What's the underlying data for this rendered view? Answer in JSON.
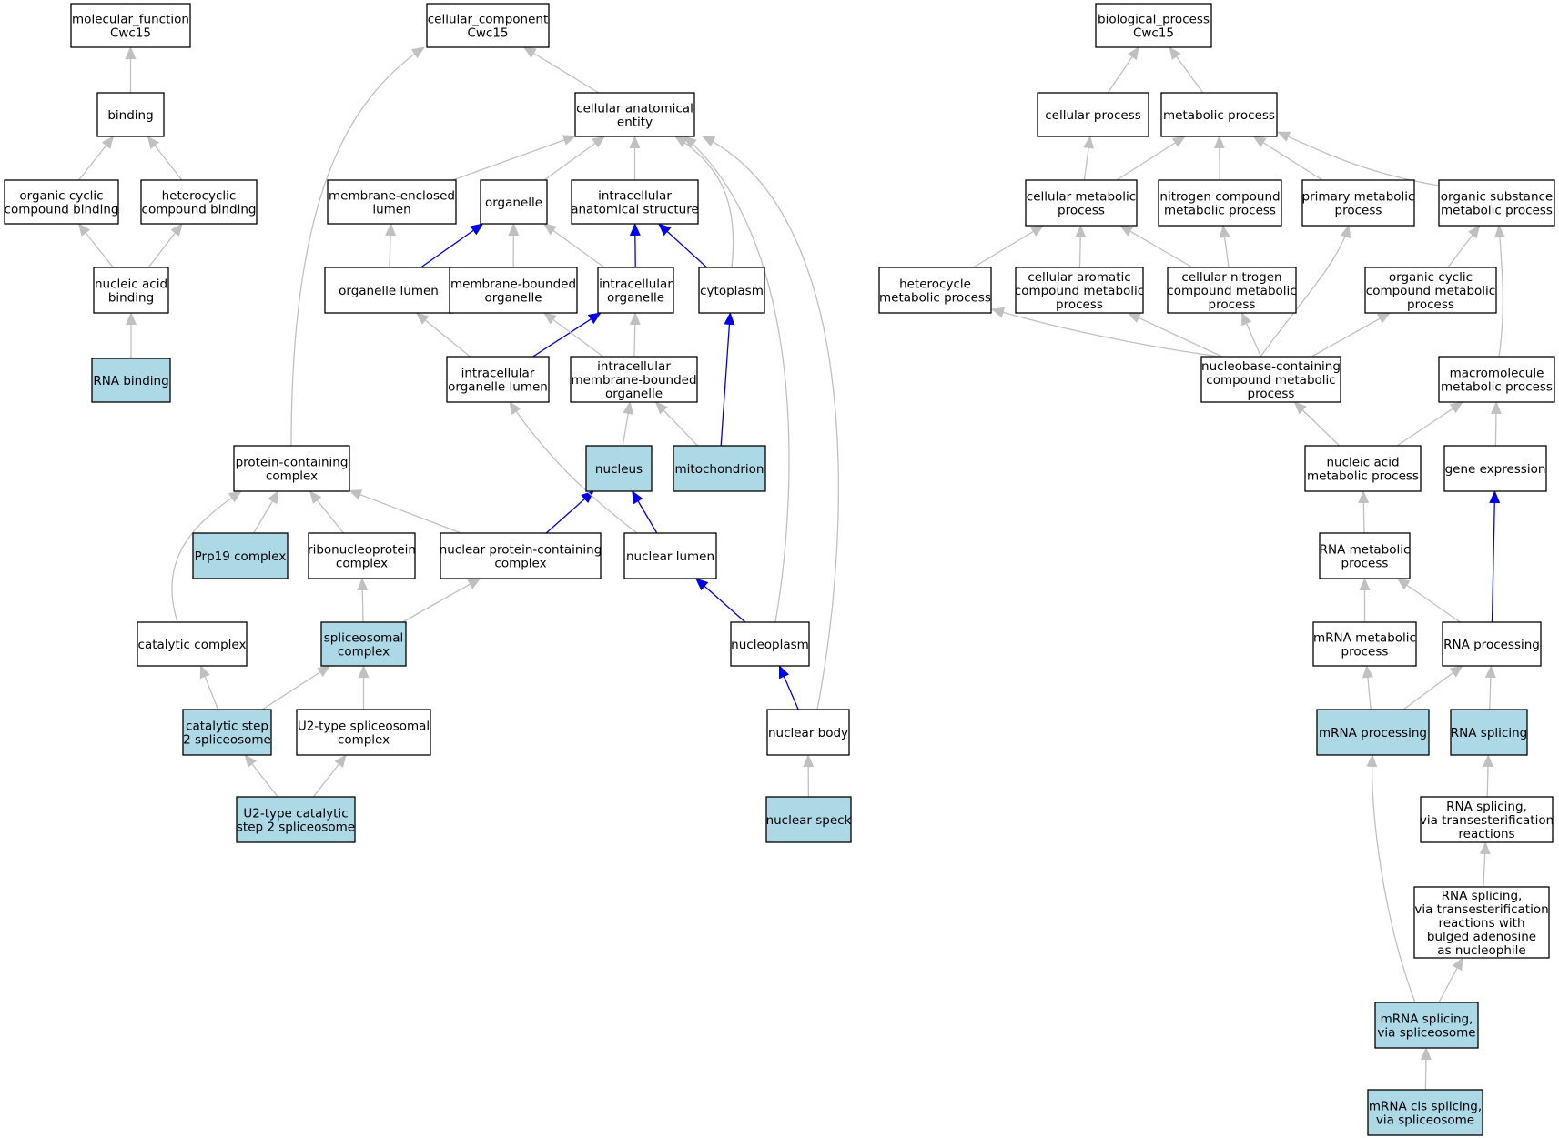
{
  "colors": {
    "highlight_fill": "#add8e6",
    "plain_fill": "#ffffff",
    "edge_gray": "#c0c0c0",
    "edge_blue": "#0000ee"
  },
  "nodes": [
    {
      "id": "mf",
      "lines": [
        "molecular_function",
        "Cwc15"
      ],
      "highlight": false
    },
    {
      "id": "binding",
      "lines": [
        "binding"
      ],
      "highlight": false
    },
    {
      "id": "ocb",
      "lines": [
        "organic cyclic",
        "compound binding"
      ],
      "highlight": false
    },
    {
      "id": "hcb",
      "lines": [
        "heterocyclic",
        "compound binding"
      ],
      "highlight": false
    },
    {
      "id": "nab",
      "lines": [
        "nucleic acid",
        "binding"
      ],
      "highlight": false
    },
    {
      "id": "rnab",
      "lines": [
        "RNA binding"
      ],
      "highlight": true
    },
    {
      "id": "cc",
      "lines": [
        "cellular_component",
        "Cwc15"
      ],
      "highlight": false
    },
    {
      "id": "cae",
      "lines": [
        "cellular anatomical",
        "entity"
      ],
      "highlight": false
    },
    {
      "id": "mel",
      "lines": [
        "membrane-enclosed",
        "lumen"
      ],
      "highlight": false
    },
    {
      "id": "org",
      "lines": [
        "organelle"
      ],
      "highlight": false
    },
    {
      "id": "ias",
      "lines": [
        "intracellular",
        "anatomical structure"
      ],
      "highlight": false
    },
    {
      "id": "orgl",
      "lines": [
        "organelle lumen"
      ],
      "highlight": false
    },
    {
      "id": "mbo",
      "lines": [
        "membrane-bounded",
        "organelle"
      ],
      "highlight": false
    },
    {
      "id": "io",
      "lines": [
        "intracellular",
        "organelle"
      ],
      "highlight": false
    },
    {
      "id": "cyto",
      "lines": [
        "cytoplasm"
      ],
      "highlight": false
    },
    {
      "id": "iol",
      "lines": [
        "intracellular",
        "organelle lumen"
      ],
      "highlight": false
    },
    {
      "id": "imbo",
      "lines": [
        "intracellular",
        "membrane-bounded",
        "organelle"
      ],
      "highlight": false
    },
    {
      "id": "pcc",
      "lines": [
        "protein-containing",
        "complex"
      ],
      "highlight": false
    },
    {
      "id": "nucleus",
      "lines": [
        "nucleus"
      ],
      "highlight": true
    },
    {
      "id": "mito",
      "lines": [
        "mitochondrion"
      ],
      "highlight": true
    },
    {
      "id": "prp19",
      "lines": [
        "Prp19 complex"
      ],
      "highlight": true
    },
    {
      "id": "rnp",
      "lines": [
        "ribonucleoprotein",
        "complex"
      ],
      "highlight": false
    },
    {
      "id": "npcc",
      "lines": [
        "nuclear protein-containing",
        "complex"
      ],
      "highlight": false
    },
    {
      "id": "nlum",
      "lines": [
        "nuclear lumen"
      ],
      "highlight": false
    },
    {
      "id": "catc",
      "lines": [
        "catalytic complex"
      ],
      "highlight": false
    },
    {
      "id": "spc",
      "lines": [
        "spliceosomal",
        "complex"
      ],
      "highlight": true
    },
    {
      "id": "nplasm",
      "lines": [
        "nucleoplasm"
      ],
      "highlight": false
    },
    {
      "id": "cs2",
      "lines": [
        "catalytic step",
        "2 spliceosome"
      ],
      "highlight": true
    },
    {
      "id": "u2sc",
      "lines": [
        "U2-type spliceosomal",
        "complex"
      ],
      "highlight": false
    },
    {
      "id": "nbody",
      "lines": [
        "nuclear body"
      ],
      "highlight": false
    },
    {
      "id": "u2cs2",
      "lines": [
        "U2-type catalytic",
        "step 2 spliceosome"
      ],
      "highlight": true
    },
    {
      "id": "nspeck",
      "lines": [
        "nuclear speck"
      ],
      "highlight": true
    },
    {
      "id": "bp",
      "lines": [
        "biological_process",
        "Cwc15"
      ],
      "highlight": false
    },
    {
      "id": "cp",
      "lines": [
        "cellular process"
      ],
      "highlight": false
    },
    {
      "id": "mp",
      "lines": [
        "metabolic process"
      ],
      "highlight": false
    },
    {
      "id": "cmp",
      "lines": [
        "cellular metabolic",
        "process"
      ],
      "highlight": false
    },
    {
      "id": "ncmp",
      "lines": [
        "nitrogen compound",
        "metabolic process"
      ],
      "highlight": false
    },
    {
      "id": "pmp",
      "lines": [
        "primary metabolic",
        "process"
      ],
      "highlight": false
    },
    {
      "id": "osmp",
      "lines": [
        "organic substance",
        "metabolic process"
      ],
      "highlight": false
    },
    {
      "id": "hmp",
      "lines": [
        "heterocycle",
        "metabolic process"
      ],
      "highlight": false
    },
    {
      "id": "cacmp",
      "lines": [
        "cellular aromatic",
        "compound metabolic",
        "process"
      ],
      "highlight": false
    },
    {
      "id": "cncmp",
      "lines": [
        "cellular nitrogen",
        "compound metabolic",
        "process"
      ],
      "highlight": false
    },
    {
      "id": "occmp",
      "lines": [
        "organic cyclic",
        "compound metabolic",
        "process"
      ],
      "highlight": false
    },
    {
      "id": "nbcmp",
      "lines": [
        "nucleobase-containing",
        "compound metabolic",
        "process"
      ],
      "highlight": false
    },
    {
      "id": "mmp",
      "lines": [
        "macromolecule",
        "metabolic process"
      ],
      "highlight": false
    },
    {
      "id": "namp",
      "lines": [
        "nucleic acid",
        "metabolic process"
      ],
      "highlight": false
    },
    {
      "id": "ge",
      "lines": [
        "gene expression"
      ],
      "highlight": false
    },
    {
      "id": "rnamp",
      "lines": [
        "RNA metabolic",
        "process"
      ],
      "highlight": false
    },
    {
      "id": "mrnamp",
      "lines": [
        "mRNA metabolic",
        "process"
      ],
      "highlight": false
    },
    {
      "id": "rnap",
      "lines": [
        "RNA processing"
      ],
      "highlight": false
    },
    {
      "id": "mrnap",
      "lines": [
        "mRNA processing"
      ],
      "highlight": true
    },
    {
      "id": "rnas",
      "lines": [
        "RNA splicing"
      ],
      "highlight": true
    },
    {
      "id": "rnastr",
      "lines": [
        "RNA splicing,",
        "via transesterification",
        "reactions"
      ],
      "highlight": false
    },
    {
      "id": "rnastrba",
      "lines": [
        "RNA splicing,",
        "via transesterification",
        "reactions with",
        "bulged adenosine",
        "as nucleophile"
      ],
      "highlight": false
    },
    {
      "id": "mrnass",
      "lines": [
        "mRNA splicing,",
        "via spliceosome"
      ],
      "highlight": true
    },
    {
      "id": "mrnacis",
      "lines": [
        "mRNA cis splicing,",
        "via spliceosome"
      ],
      "highlight": true
    }
  ],
  "edges": [
    {
      "from": "binding",
      "to": "mf",
      "color": "gray"
    },
    {
      "from": "ocb",
      "to": "binding",
      "color": "gray"
    },
    {
      "from": "hcb",
      "to": "binding",
      "color": "gray"
    },
    {
      "from": "nab",
      "to": "ocb",
      "color": "gray"
    },
    {
      "from": "nab",
      "to": "hcb",
      "color": "gray"
    },
    {
      "from": "rnab",
      "to": "nab",
      "color": "gray"
    },
    {
      "from": "cae",
      "to": "cc",
      "color": "gray"
    },
    {
      "from": "pcc",
      "to": "cc",
      "color": "gray"
    },
    {
      "from": "mel",
      "to": "cae",
      "color": "gray"
    },
    {
      "from": "org",
      "to": "cae",
      "color": "gray"
    },
    {
      "from": "ias",
      "to": "cae",
      "color": "gray"
    },
    {
      "from": "cyto",
      "to": "cae",
      "color": "gray"
    },
    {
      "from": "nplasm",
      "to": "cae",
      "color": "gray"
    },
    {
      "from": "nbody",
      "to": "cae",
      "color": "gray"
    },
    {
      "from": "orgl",
      "to": "mel",
      "color": "gray"
    },
    {
      "from": "orgl",
      "to": "org",
      "color": "blue"
    },
    {
      "from": "mbo",
      "to": "org",
      "color": "gray"
    },
    {
      "from": "io",
      "to": "org",
      "color": "gray"
    },
    {
      "from": "io",
      "to": "ias",
      "color": "blue"
    },
    {
      "from": "cyto",
      "to": "ias",
      "color": "blue"
    },
    {
      "from": "iol",
      "to": "orgl",
      "color": "gray"
    },
    {
      "from": "iol",
      "to": "io",
      "color": "blue"
    },
    {
      "from": "imbo",
      "to": "mbo",
      "color": "gray"
    },
    {
      "from": "imbo",
      "to": "io",
      "color": "gray"
    },
    {
      "from": "nucleus",
      "to": "imbo",
      "color": "gray"
    },
    {
      "from": "mito",
      "to": "imbo",
      "color": "gray"
    },
    {
      "from": "mito",
      "to": "cyto",
      "color": "blue"
    },
    {
      "from": "prp19",
      "to": "pcc",
      "color": "gray"
    },
    {
      "from": "rnp",
      "to": "pcc",
      "color": "gray"
    },
    {
      "from": "npcc",
      "to": "pcc",
      "color": "gray"
    },
    {
      "from": "catc",
      "to": "pcc",
      "color": "gray"
    },
    {
      "from": "npcc",
      "to": "nucleus",
      "color": "blue"
    },
    {
      "from": "nlum",
      "to": "nucleus",
      "color": "blue"
    },
    {
      "from": "nlum",
      "to": "iol",
      "color": "gray"
    },
    {
      "from": "spc",
      "to": "rnp",
      "color": "gray"
    },
    {
      "from": "spc",
      "to": "npcc",
      "color": "gray"
    },
    {
      "from": "nplasm",
      "to": "nlum",
      "color": "blue"
    },
    {
      "from": "cs2",
      "to": "catc",
      "color": "gray"
    },
    {
      "from": "cs2",
      "to": "spc",
      "color": "gray"
    },
    {
      "from": "u2sc",
      "to": "spc",
      "color": "gray"
    },
    {
      "from": "nbody",
      "to": "nplasm",
      "color": "blue"
    },
    {
      "from": "u2cs2",
      "to": "cs2",
      "color": "gray"
    },
    {
      "from": "u2cs2",
      "to": "u2sc",
      "color": "gray"
    },
    {
      "from": "nspeck",
      "to": "nbody",
      "color": "gray"
    },
    {
      "from": "cp",
      "to": "bp",
      "color": "gray"
    },
    {
      "from": "mp",
      "to": "bp",
      "color": "gray"
    },
    {
      "from": "cmp",
      "to": "cp",
      "color": "gray"
    },
    {
      "from": "cmp",
      "to": "mp",
      "color": "gray"
    },
    {
      "from": "ncmp",
      "to": "mp",
      "color": "gray"
    },
    {
      "from": "pmp",
      "to": "mp",
      "color": "gray"
    },
    {
      "from": "osmp",
      "to": "mp",
      "color": "gray"
    },
    {
      "from": "hmp",
      "to": "cmp",
      "color": "gray"
    },
    {
      "from": "cacmp",
      "to": "cmp",
      "color": "gray"
    },
    {
      "from": "cncmp",
      "to": "cmp",
      "color": "gray"
    },
    {
      "from": "cncmp",
      "to": "ncmp",
      "color": "gray"
    },
    {
      "from": "occmp",
      "to": "osmp",
      "color": "gray"
    },
    {
      "from": "mmp",
      "to": "osmp",
      "color": "gray"
    },
    {
      "from": "nbcmp",
      "to": "hmp",
      "color": "gray"
    },
    {
      "from": "nbcmp",
      "to": "cacmp",
      "color": "gray"
    },
    {
      "from": "nbcmp",
      "to": "cncmp",
      "color": "gray"
    },
    {
      "from": "nbcmp",
      "to": "pmp",
      "color": "gray"
    },
    {
      "from": "nbcmp",
      "to": "occmp",
      "color": "gray"
    },
    {
      "from": "namp",
      "to": "nbcmp",
      "color": "gray"
    },
    {
      "from": "namp",
      "to": "mmp",
      "color": "gray"
    },
    {
      "from": "ge",
      "to": "mmp",
      "color": "gray"
    },
    {
      "from": "rnamp",
      "to": "namp",
      "color": "gray"
    },
    {
      "from": "mrnamp",
      "to": "rnamp",
      "color": "gray"
    },
    {
      "from": "rnap",
      "to": "rnamp",
      "color": "gray"
    },
    {
      "from": "rnap",
      "to": "ge",
      "color": "blue"
    },
    {
      "from": "mrnap",
      "to": "mrnamp",
      "color": "gray"
    },
    {
      "from": "mrnap",
      "to": "rnap",
      "color": "gray"
    },
    {
      "from": "rnas",
      "to": "rnap",
      "color": "gray"
    },
    {
      "from": "rnastr",
      "to": "rnas",
      "color": "gray"
    },
    {
      "from": "rnastrba",
      "to": "rnastr",
      "color": "gray"
    },
    {
      "from": "mrnass",
      "to": "rnastrba",
      "color": "gray"
    },
    {
      "from": "mrnass",
      "to": "mrnap",
      "color": "gray"
    },
    {
      "from": "mrnacis",
      "to": "mrnass",
      "color": "gray"
    }
  ]
}
